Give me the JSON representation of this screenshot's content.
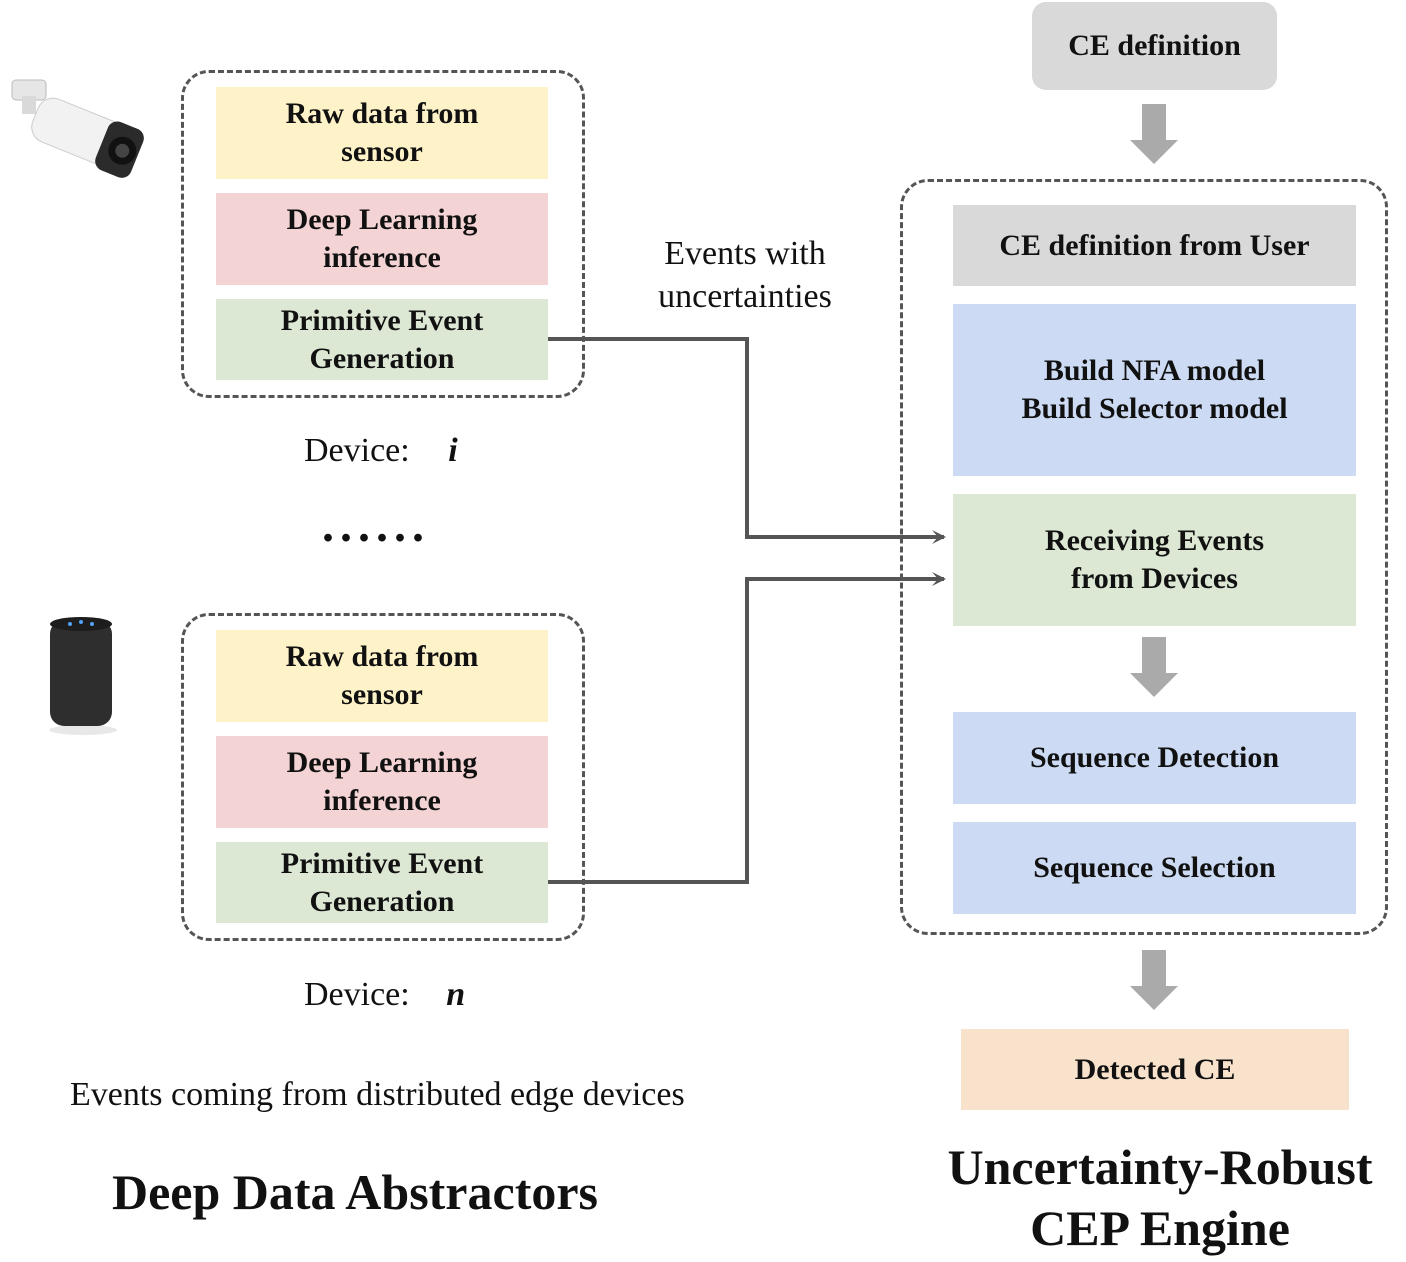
{
  "left": {
    "device_i": {
      "stage1": "Raw data from\nsensor",
      "stage2": "Deep Learning\ninference",
      "stage3": "Primitive Event\nGeneration",
      "device_prefix": "Device:",
      "device_var": "i"
    },
    "ellipsis": "......",
    "device_n": {
      "stage1": "Raw data from\nsensor",
      "stage2": "Deep Learning\ninference",
      "stage3": "Primitive Event\nGeneration",
      "device_prefix": "Device:",
      "device_var": "n"
    },
    "caption": "Events coming from distributed edge devices",
    "title": "Deep Data Abstractors"
  },
  "middle": {
    "events_label": "Events with\nuncertainties"
  },
  "right": {
    "ce_definition": "CE definition",
    "ce_from_user": "CE definition from User",
    "build_models": "Build NFA model\nBuild Selector model",
    "receiving": "Receiving Events\nfrom Devices",
    "seq_detection": "Sequence Detection",
    "seq_selection": "Sequence Selection",
    "detected": "Detected CE",
    "title": "Uncertainty-Robust\nCEP Engine"
  },
  "icons": {
    "device_i_icon": "security-camera-icon",
    "device_n_icon": "smart-speaker-icon"
  },
  "colors": {
    "raw": "#fdf2c8",
    "inference": "#f3d3d3",
    "event": "#dde8d4",
    "engine_step": "#ccdaf3",
    "definition": "#d9d9d9",
    "output": "#f8e2cc",
    "line": "#555555",
    "block_arrow": "#aaaaaa"
  }
}
